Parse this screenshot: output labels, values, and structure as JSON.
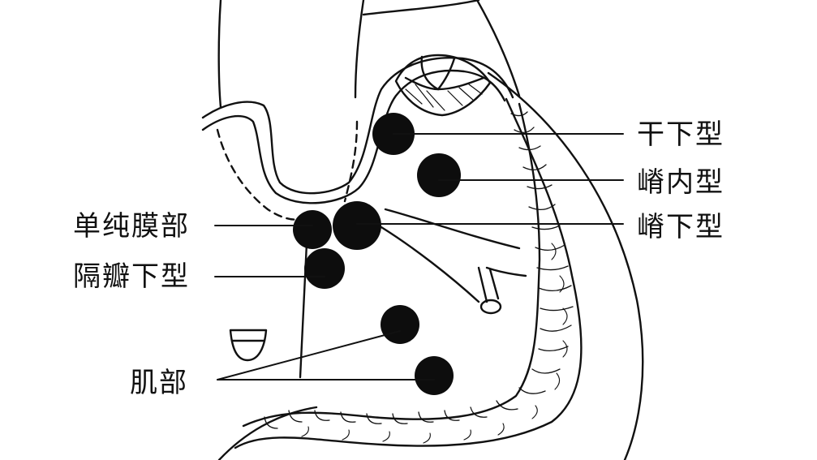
{
  "labels": {
    "gan_xia": "干下型",
    "ji_nei": "嵴内型",
    "ji_xia": "嵴下型",
    "dan_chun_mo_bu": "单纯膜部",
    "ge_ban_xia": "隔瓣下型",
    "ji_bu": "肌部"
  },
  "colors": {
    "line": "#111111",
    "dot": "#0d0d0d",
    "background": "#ffffff"
  }
}
